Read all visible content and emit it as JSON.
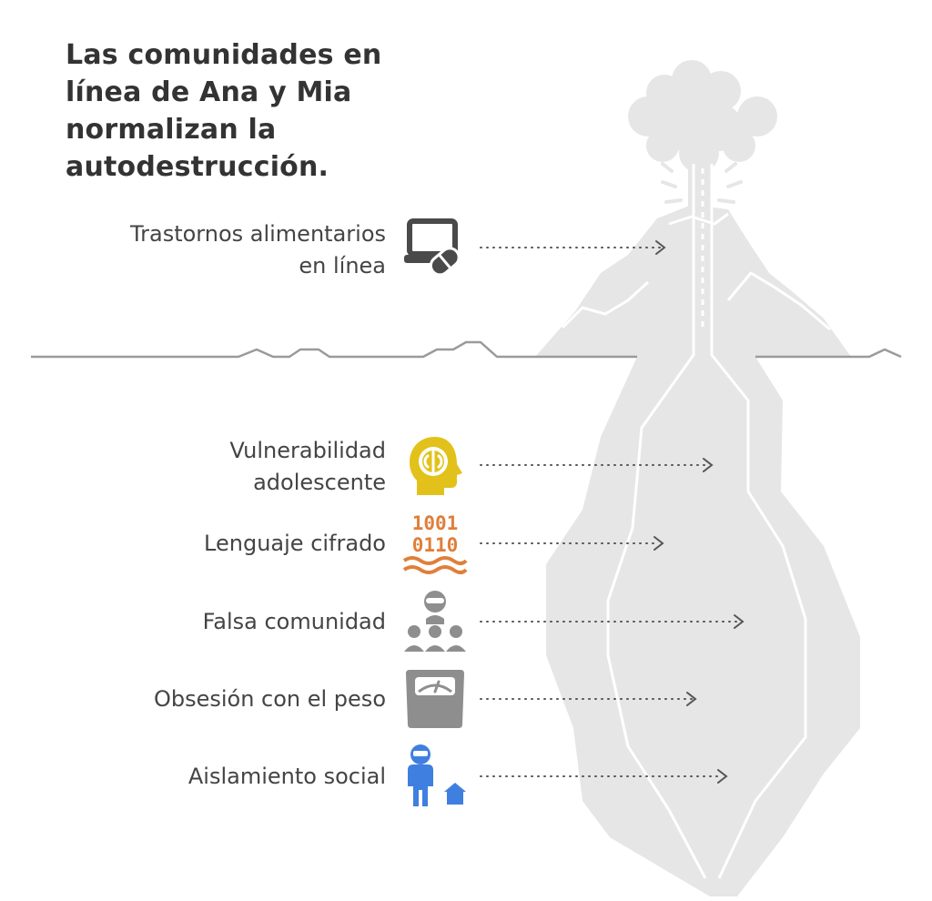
{
  "title": "Las comunidades en línea de Ana y Mia normalizan la autodestrucción.",
  "above": {
    "label_line1": "Trastornos alimentarios",
    "label_line2": "en línea",
    "icon": "laptop-pill-icon"
  },
  "below": {
    "items": [
      {
        "label_line1": "Vulnerabilidad",
        "label_line2": "adolescente",
        "icon": "head-brain-icon",
        "color": "#E2C21A"
      },
      {
        "label": "Lenguaje cifrado",
        "icon": "binary-code-icon",
        "code_top": "1001",
        "code_bottom": "0110",
        "color": "#E07F3A"
      },
      {
        "label": "Falsa comunidad",
        "icon": "masked-group-icon",
        "color": "#8E8E8E"
      },
      {
        "label": "Obsesión con el peso",
        "icon": "scale-icon",
        "color": "#8E8E8E"
      },
      {
        "label": "Aislamiento social",
        "icon": "isolated-person-icon",
        "color": "#3F7FE0"
      }
    ]
  },
  "colors": {
    "volcano": "#E6E6E6",
    "lines": "#FFFFFF",
    "ground": "#9A9A9A",
    "arrow": "#555555",
    "text": "#444444"
  }
}
